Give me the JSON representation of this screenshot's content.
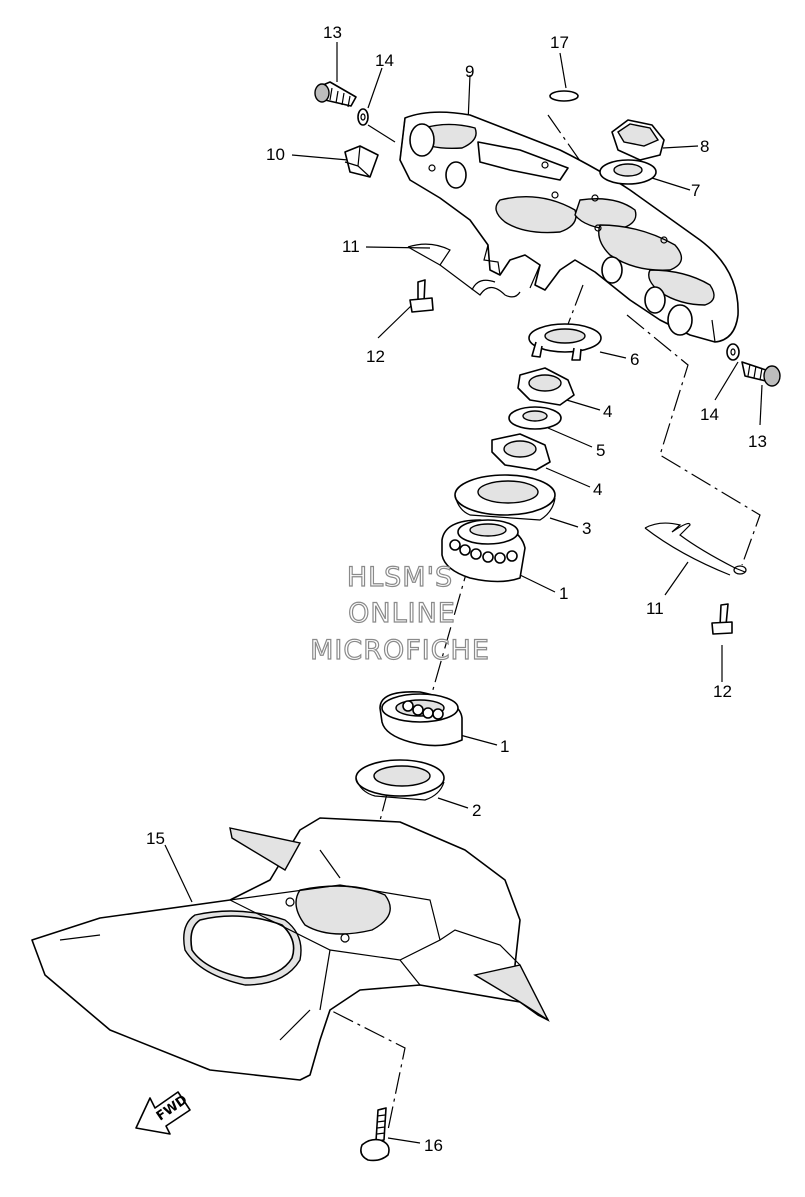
{
  "diagram": {
    "watermark": [
      "HLSM'S",
      "ONLINE",
      "MICROFICHE"
    ],
    "direction_label": "FWD",
    "callouts": [
      {
        "id": "c13a",
        "text": "13"
      },
      {
        "id": "c14a",
        "text": "14"
      },
      {
        "id": "c9",
        "text": "9"
      },
      {
        "id": "c17",
        "text": "17"
      },
      {
        "id": "c8",
        "text": "8"
      },
      {
        "id": "c7",
        "text": "7"
      },
      {
        "id": "c10",
        "text": "10"
      },
      {
        "id": "c11a",
        "text": "11"
      },
      {
        "id": "c12a",
        "text": "12"
      },
      {
        "id": "c6",
        "text": "6"
      },
      {
        "id": "c14b",
        "text": "14"
      },
      {
        "id": "c13b",
        "text": "13"
      },
      {
        "id": "c4a",
        "text": "4"
      },
      {
        "id": "c5",
        "text": "5"
      },
      {
        "id": "c4b",
        "text": "4"
      },
      {
        "id": "c3",
        "text": "3"
      },
      {
        "id": "c1a",
        "text": "1"
      },
      {
        "id": "c11b",
        "text": "11"
      },
      {
        "id": "c12b",
        "text": "12"
      },
      {
        "id": "c1b",
        "text": "1"
      },
      {
        "id": "c2",
        "text": "2"
      },
      {
        "id": "c15",
        "text": "15"
      },
      {
        "id": "c16",
        "text": "16"
      }
    ]
  }
}
